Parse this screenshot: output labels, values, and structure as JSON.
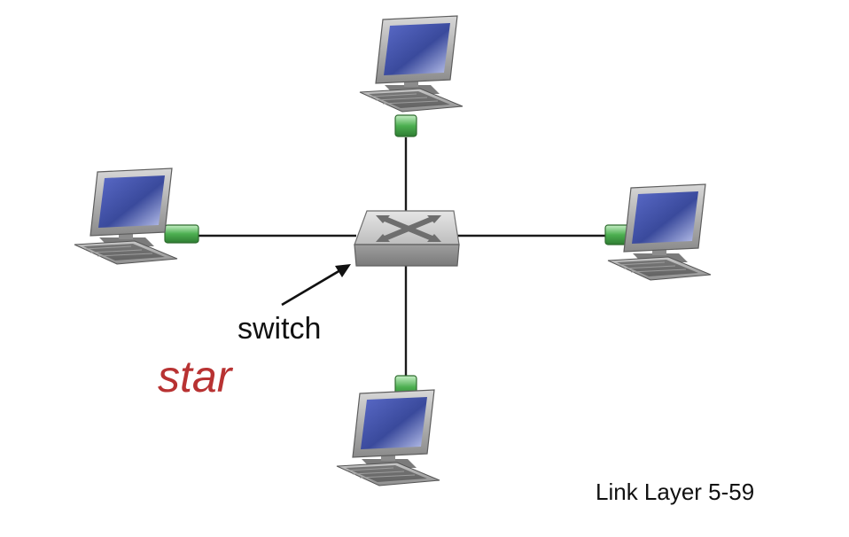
{
  "diagram": {
    "switch_label": "switch",
    "topology_label": "star",
    "footer": "Link Layer  5-59",
    "nodes": [
      {
        "name": "top-computer",
        "icon": "desktop-computer-icon"
      },
      {
        "name": "left-computer",
        "icon": "desktop-computer-icon"
      },
      {
        "name": "right-computer",
        "icon": "desktop-computer-icon"
      },
      {
        "name": "bottom-computer",
        "icon": "desktop-computer-icon"
      }
    ],
    "hub": {
      "name": "network-switch",
      "icon": "switch-icon"
    },
    "colors": {
      "topology_label": "#b83232",
      "connector": "#4caf50",
      "screen": "#3a4a9c",
      "link": "#1a1a1a"
    }
  }
}
